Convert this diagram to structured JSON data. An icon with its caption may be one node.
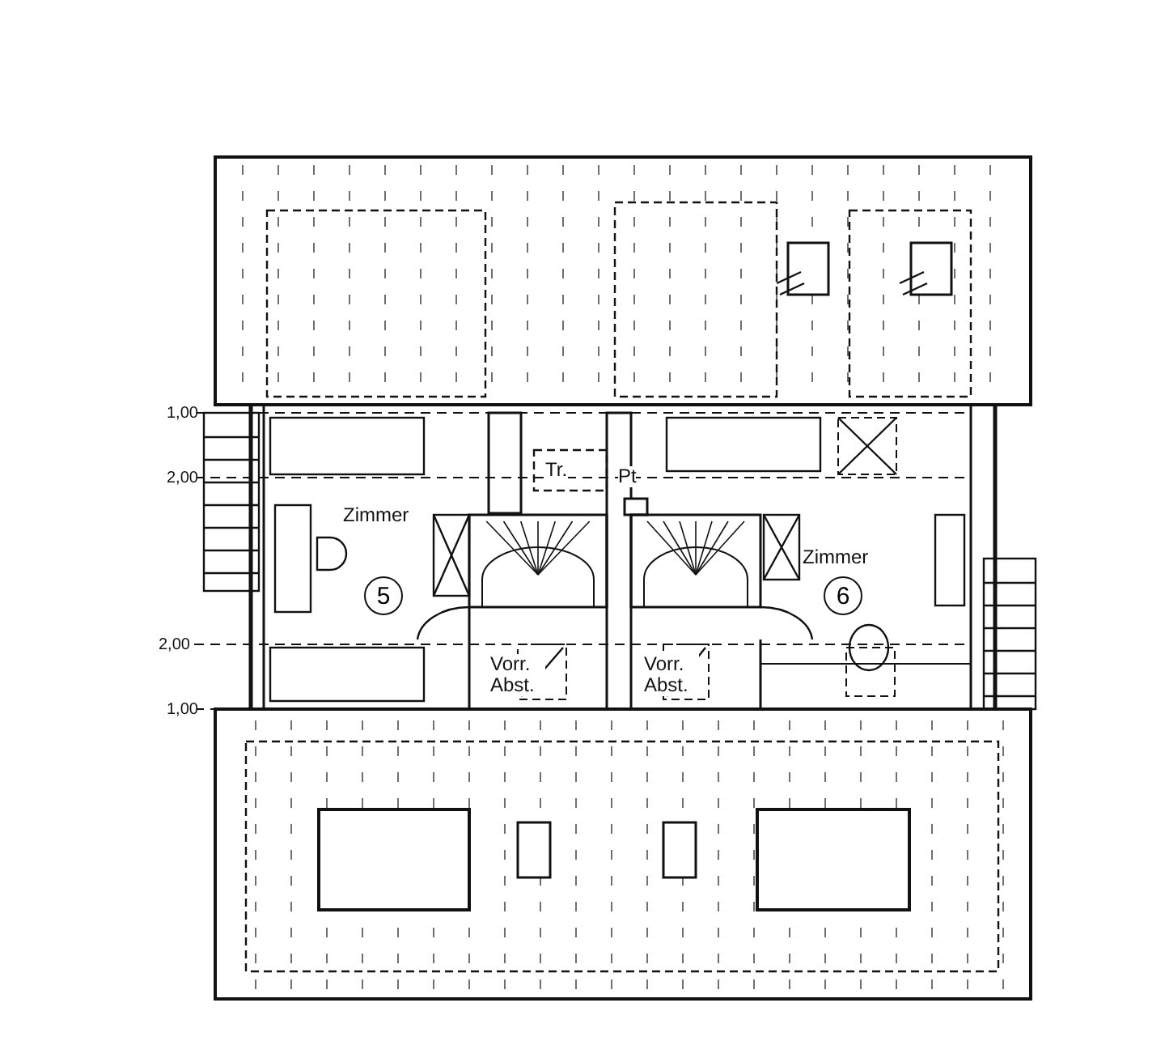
{
  "diagram": {
    "nodes": [
      {
        "text": [
          "5"
        ]
      },
      {
        "text": [
          "6"
        ]
      }
    ],
    "labels": [
      "1,00",
      "2,00",
      "Tr.",
      "Pt",
      "Zimmer",
      "Zimmer",
      "2,00",
      "Vorr. Abst.",
      "Vorr. Abst.",
      "1,00"
    ]
  }
}
